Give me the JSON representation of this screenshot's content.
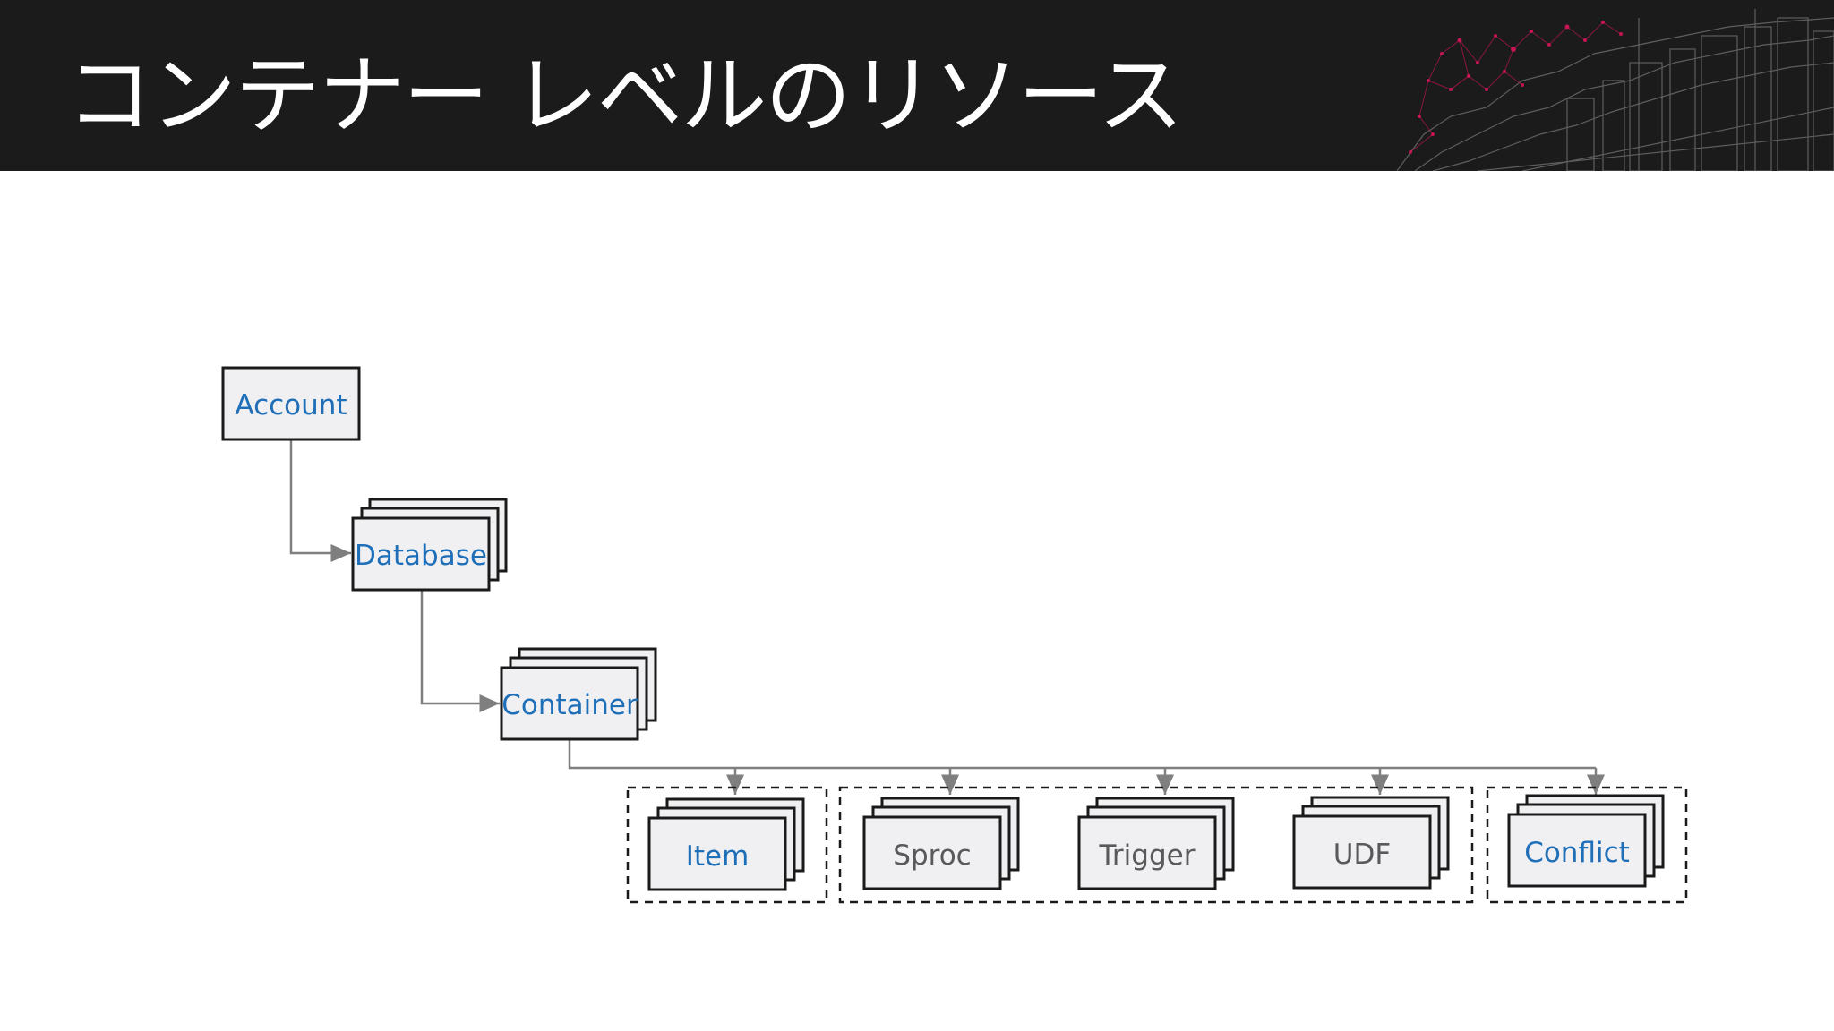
{
  "header": {
    "title": "コンテナー レベルのリソース"
  },
  "colors": {
    "header_bg": "#1b1b1b",
    "header_text": "#ffffff",
    "accent_magenta": "#d4145a",
    "box_fill": "#f0f0f3",
    "box_border": "#1a1a1a",
    "connector": "#7f7f7f",
    "label_blue": "#1f6fb8",
    "label_gray": "#595959"
  },
  "diagram": {
    "nodes": {
      "account": "Account",
      "database": "Database",
      "container": "Container",
      "item": "Item",
      "sproc": "Sproc",
      "trigger": "Trigger",
      "udf": "UDF",
      "conflict": "Conflict"
    }
  }
}
